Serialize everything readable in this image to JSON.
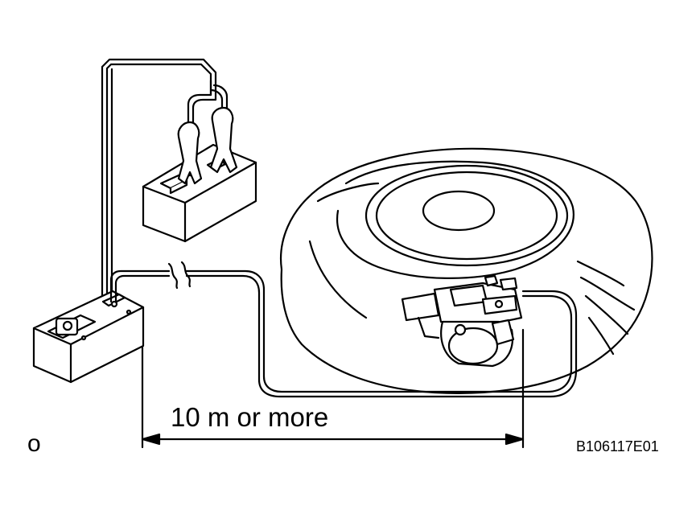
{
  "diagram": {
    "distance_label": "10 m or more",
    "corner_label": "o",
    "figure_code": "B106117E01"
  },
  "colors": {
    "line": "#000000",
    "fill": "#ffffff"
  },
  "components": [
    {
      "name": "battery",
      "icon": "battery-icon"
    },
    {
      "name": "sst-control-box",
      "icon": "control-box-icon"
    },
    {
      "name": "spare-tire",
      "icon": "tire-icon"
    },
    {
      "name": "airbag-assembly",
      "icon": "airbag-module-icon"
    }
  ]
}
